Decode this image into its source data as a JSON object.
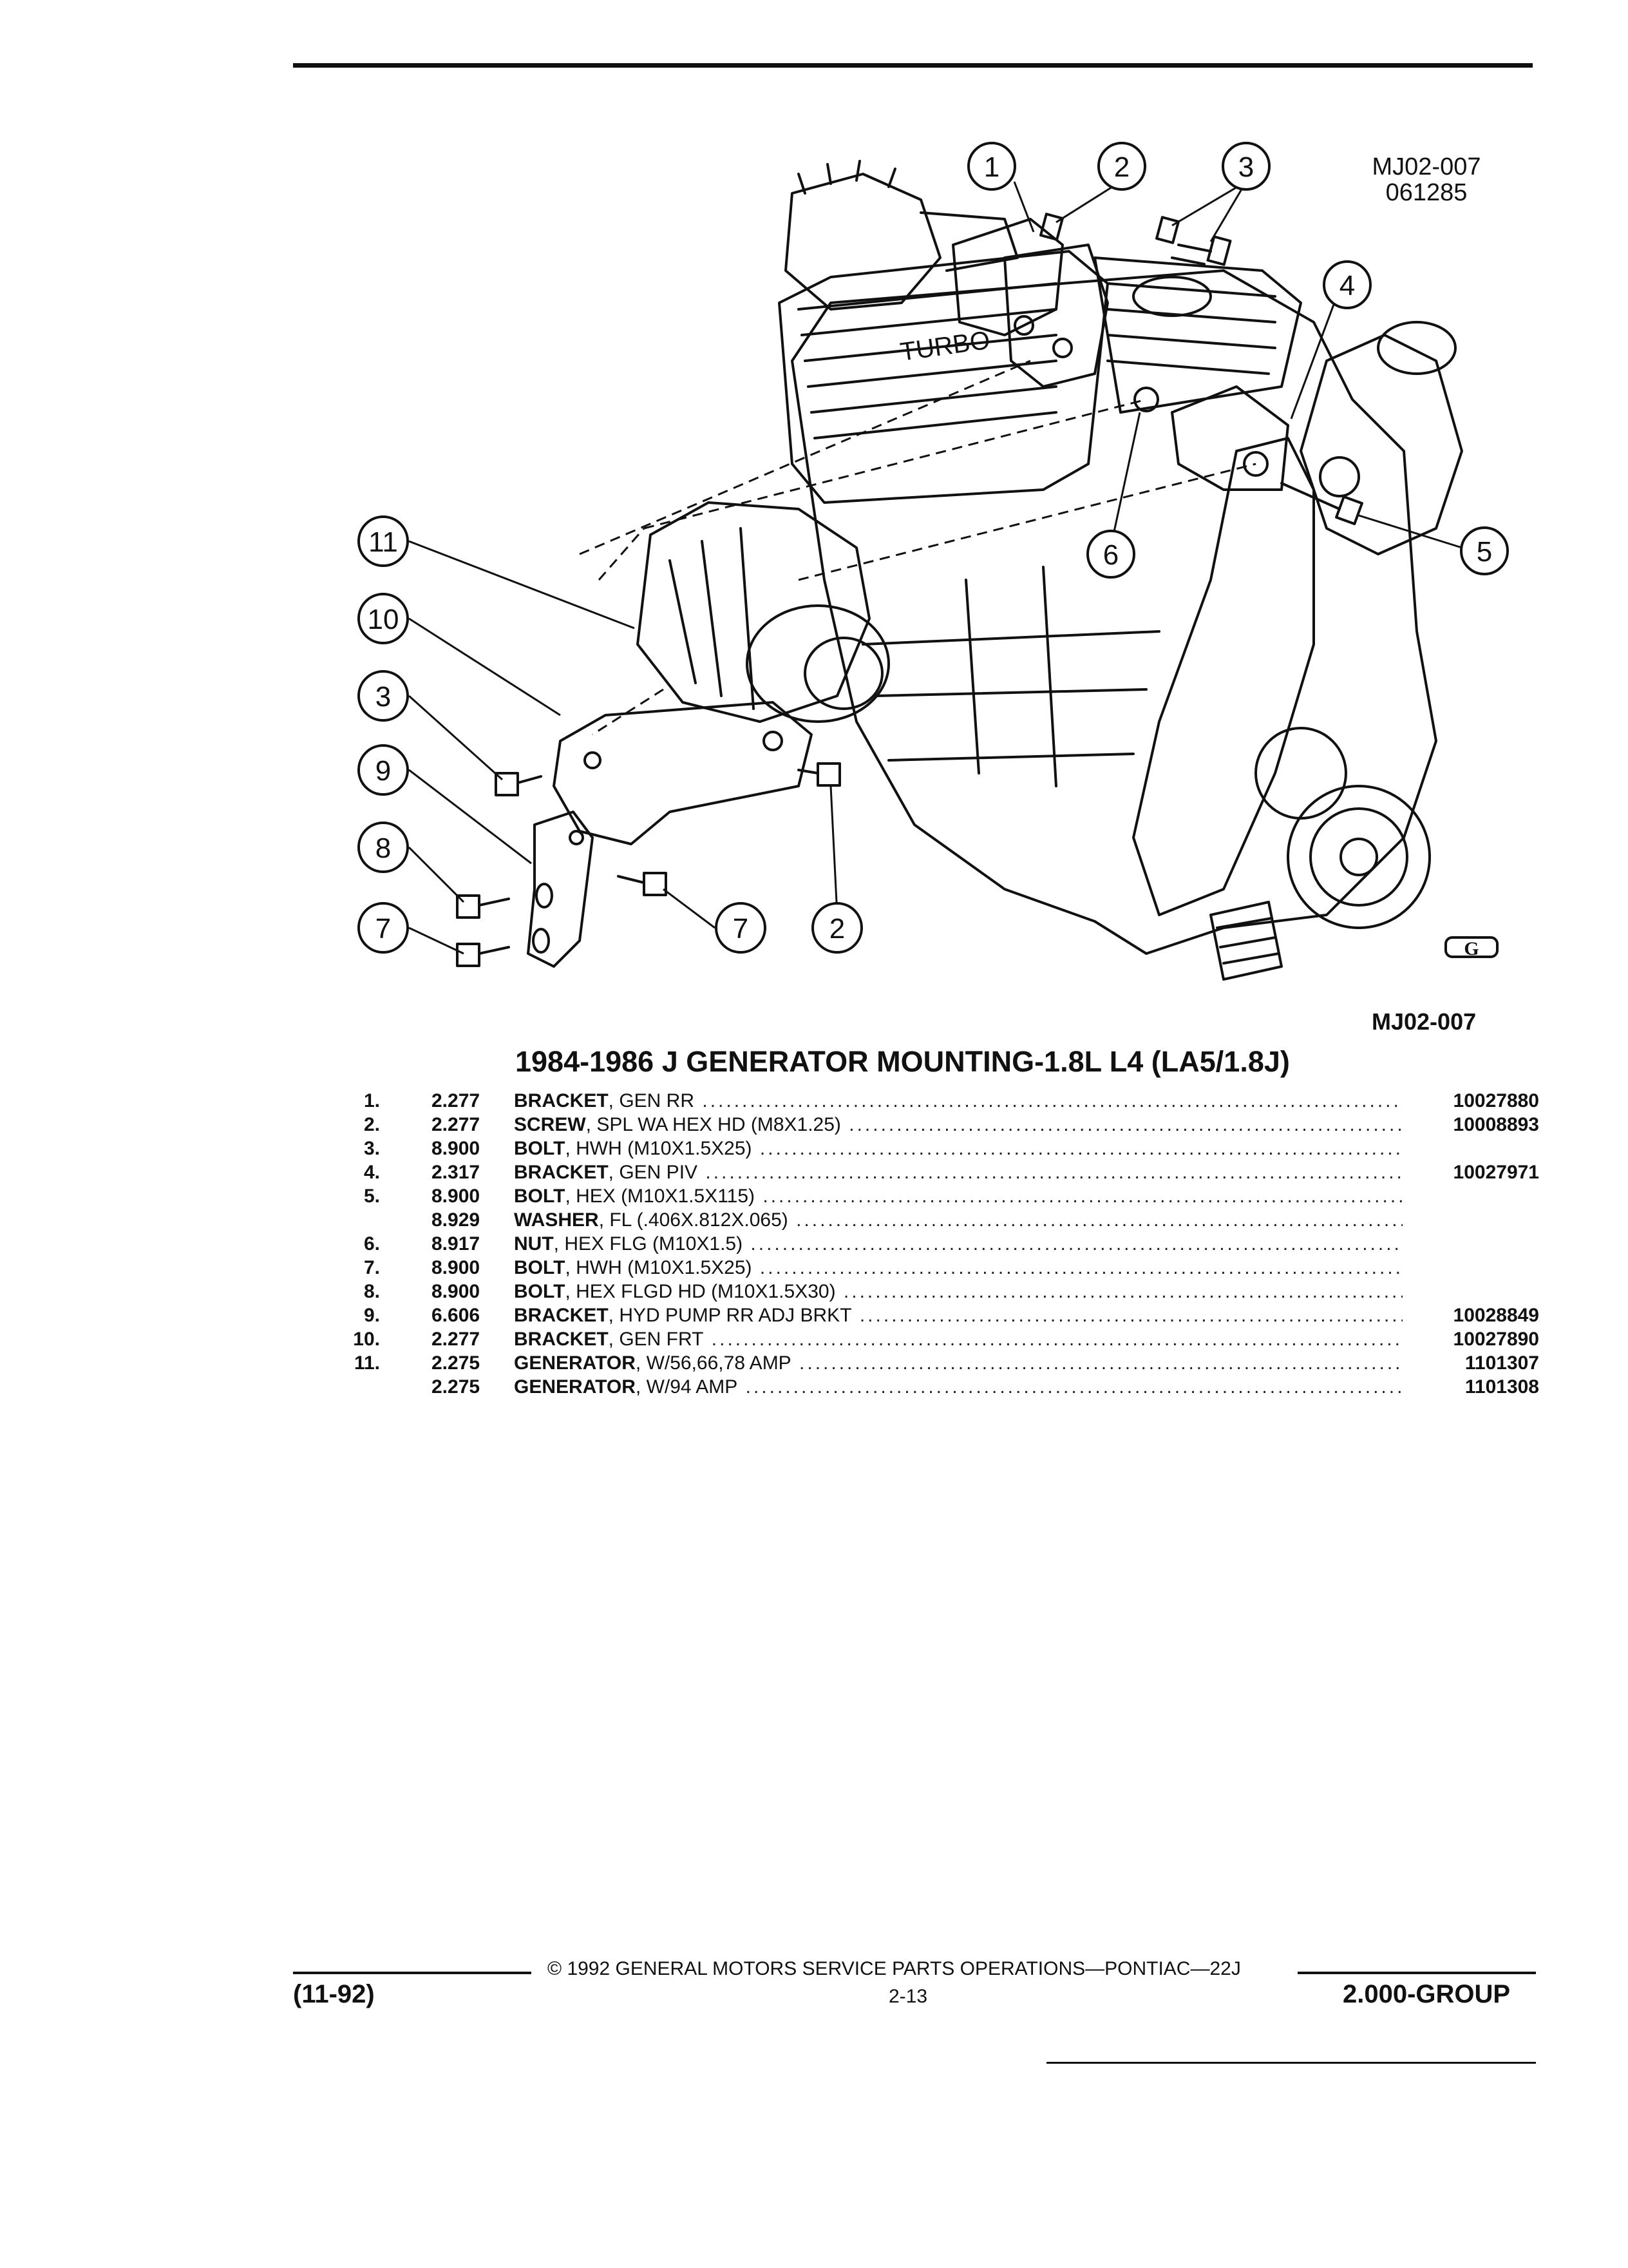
{
  "figure": {
    "code_line1": "MJ02-007",
    "code_line2": "061285",
    "label": "MJ02-007",
    "logo_text": "G",
    "valve_cover_text": "TURBO",
    "callouts": [
      "1",
      "2",
      "3",
      "4",
      "5",
      "6",
      "11",
      "10",
      "3",
      "9",
      "8",
      "7",
      "7",
      "2"
    ]
  },
  "section": {
    "title": "1984-1986 J GENERATOR MOUNTING-1.8L L4 (LA5/1.8J)"
  },
  "parts": [
    {
      "no": "1.",
      "group": "2.277",
      "name": "BRACKET",
      "spec": ", GEN RR",
      "part": "10027880"
    },
    {
      "no": "2.",
      "group": "2.277",
      "name": "SCREW",
      "spec": ", SPL WA HEX HD (M8X1.25)",
      "part": "10008893"
    },
    {
      "no": "3.",
      "group": "8.900",
      "name": "BOLT",
      "spec": ", HWH (M10X1.5X25)",
      "part": ""
    },
    {
      "no": "4.",
      "group": "2.317",
      "name": "BRACKET",
      "spec": ", GEN PIV",
      "part": "10027971"
    },
    {
      "no": "5.",
      "group": "8.900",
      "name": "BOLT",
      "spec": ", HEX (M10X1.5X115)",
      "part": ""
    },
    {
      "no": "",
      "group": "8.929",
      "name": "WASHER",
      "spec": ", FL (.406X.812X.065)",
      "part": ""
    },
    {
      "no": "6.",
      "group": "8.917",
      "name": "NUT",
      "spec": ", HEX FLG (M10X1.5)",
      "part": ""
    },
    {
      "no": "7.",
      "group": "8.900",
      "name": "BOLT",
      "spec": ", HWH (M10X1.5X25)",
      "part": ""
    },
    {
      "no": "8.",
      "group": "8.900",
      "name": "BOLT",
      "spec": ", HEX FLGD HD (M10X1.5X30)",
      "part": ""
    },
    {
      "no": "9.",
      "group": "6.606",
      "name": "BRACKET",
      "spec": ", HYD PUMP RR ADJ BRKT",
      "part": "10028849"
    },
    {
      "no": "10.",
      "group": "2.277",
      "name": "BRACKET",
      "spec": ", GEN FRT",
      "part": "10027890"
    },
    {
      "no": "11.",
      "group": "2.275",
      "name": "GENERATOR",
      "spec": ", W/56,66,78 AMP",
      "part": "1101307"
    },
    {
      "no": "",
      "group": "2.275",
      "name": "GENERATOR",
      "spec": ", W/94 AMP",
      "part": "1101308"
    }
  ],
  "footer": {
    "copyright": "© 1992 GENERAL MOTORS SERVICE PARTS OPERATIONS—PONTIAC—22J",
    "date": "(11-92)",
    "page": "2-13",
    "group": "2.000-GROUP"
  }
}
